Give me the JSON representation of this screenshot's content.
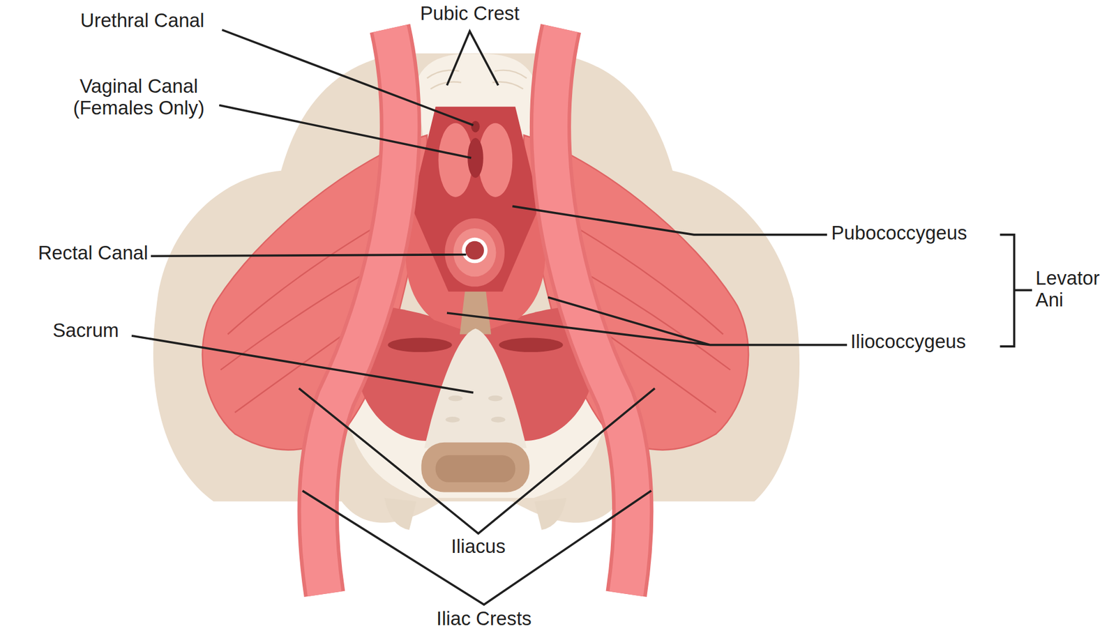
{
  "diagram": {
    "labels": [
      "Urethral Canal",
      "Pubic Crest",
      "Vaginal Canal (Females Only)",
      "Pubococcygeus",
      "Levator Ani",
      "Rectal Canal",
      "Iliococcygeus",
      "Sacrum",
      "Iliacus",
      "Iliac Crests"
    ]
  }
}
